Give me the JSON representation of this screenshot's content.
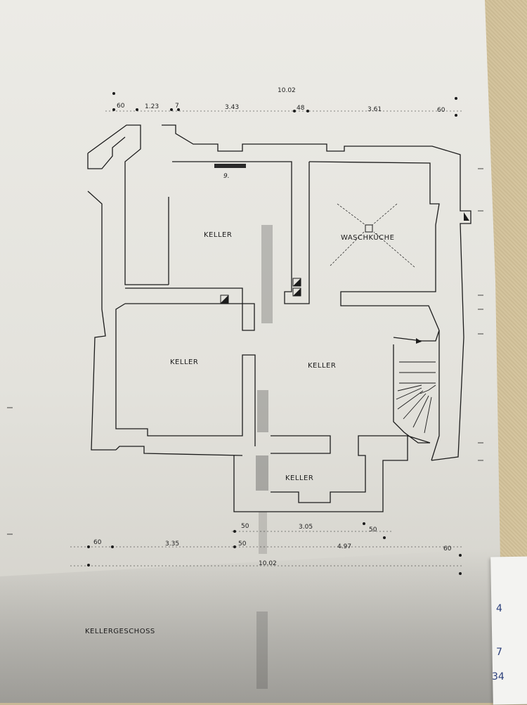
{
  "rooms": {
    "keller_top": "KELLER",
    "waschkueche": "WASCHKÜCHE",
    "keller_left": "KELLER",
    "keller_right": "KELLER",
    "keller_bottom": "KELLER"
  },
  "floor_title": "KELLERGESCHOSS",
  "dimensions_top": {
    "overall": "10.02",
    "d1": "60",
    "d2": "1.23",
    "d3": "7",
    "d4": "3.43",
    "d5": "48",
    "d6": "3.61",
    "d7": "60"
  },
  "dimensions_bottom": {
    "d1": "60",
    "d2": "3.35",
    "d3": "50",
    "d4": "3.05",
    "d5": "50",
    "d6": "50",
    "d7": "4.97",
    "d8": "60",
    "overall": "10.02"
  },
  "annotation_chimney": "9.",
  "handwriting": {
    "line1": "4",
    "line2": "7",
    "line3": "34"
  },
  "colors": {
    "ink": "#1c1c1c",
    "paper": "#e8e7e2",
    "ballpoint": "#2b3f7a"
  }
}
